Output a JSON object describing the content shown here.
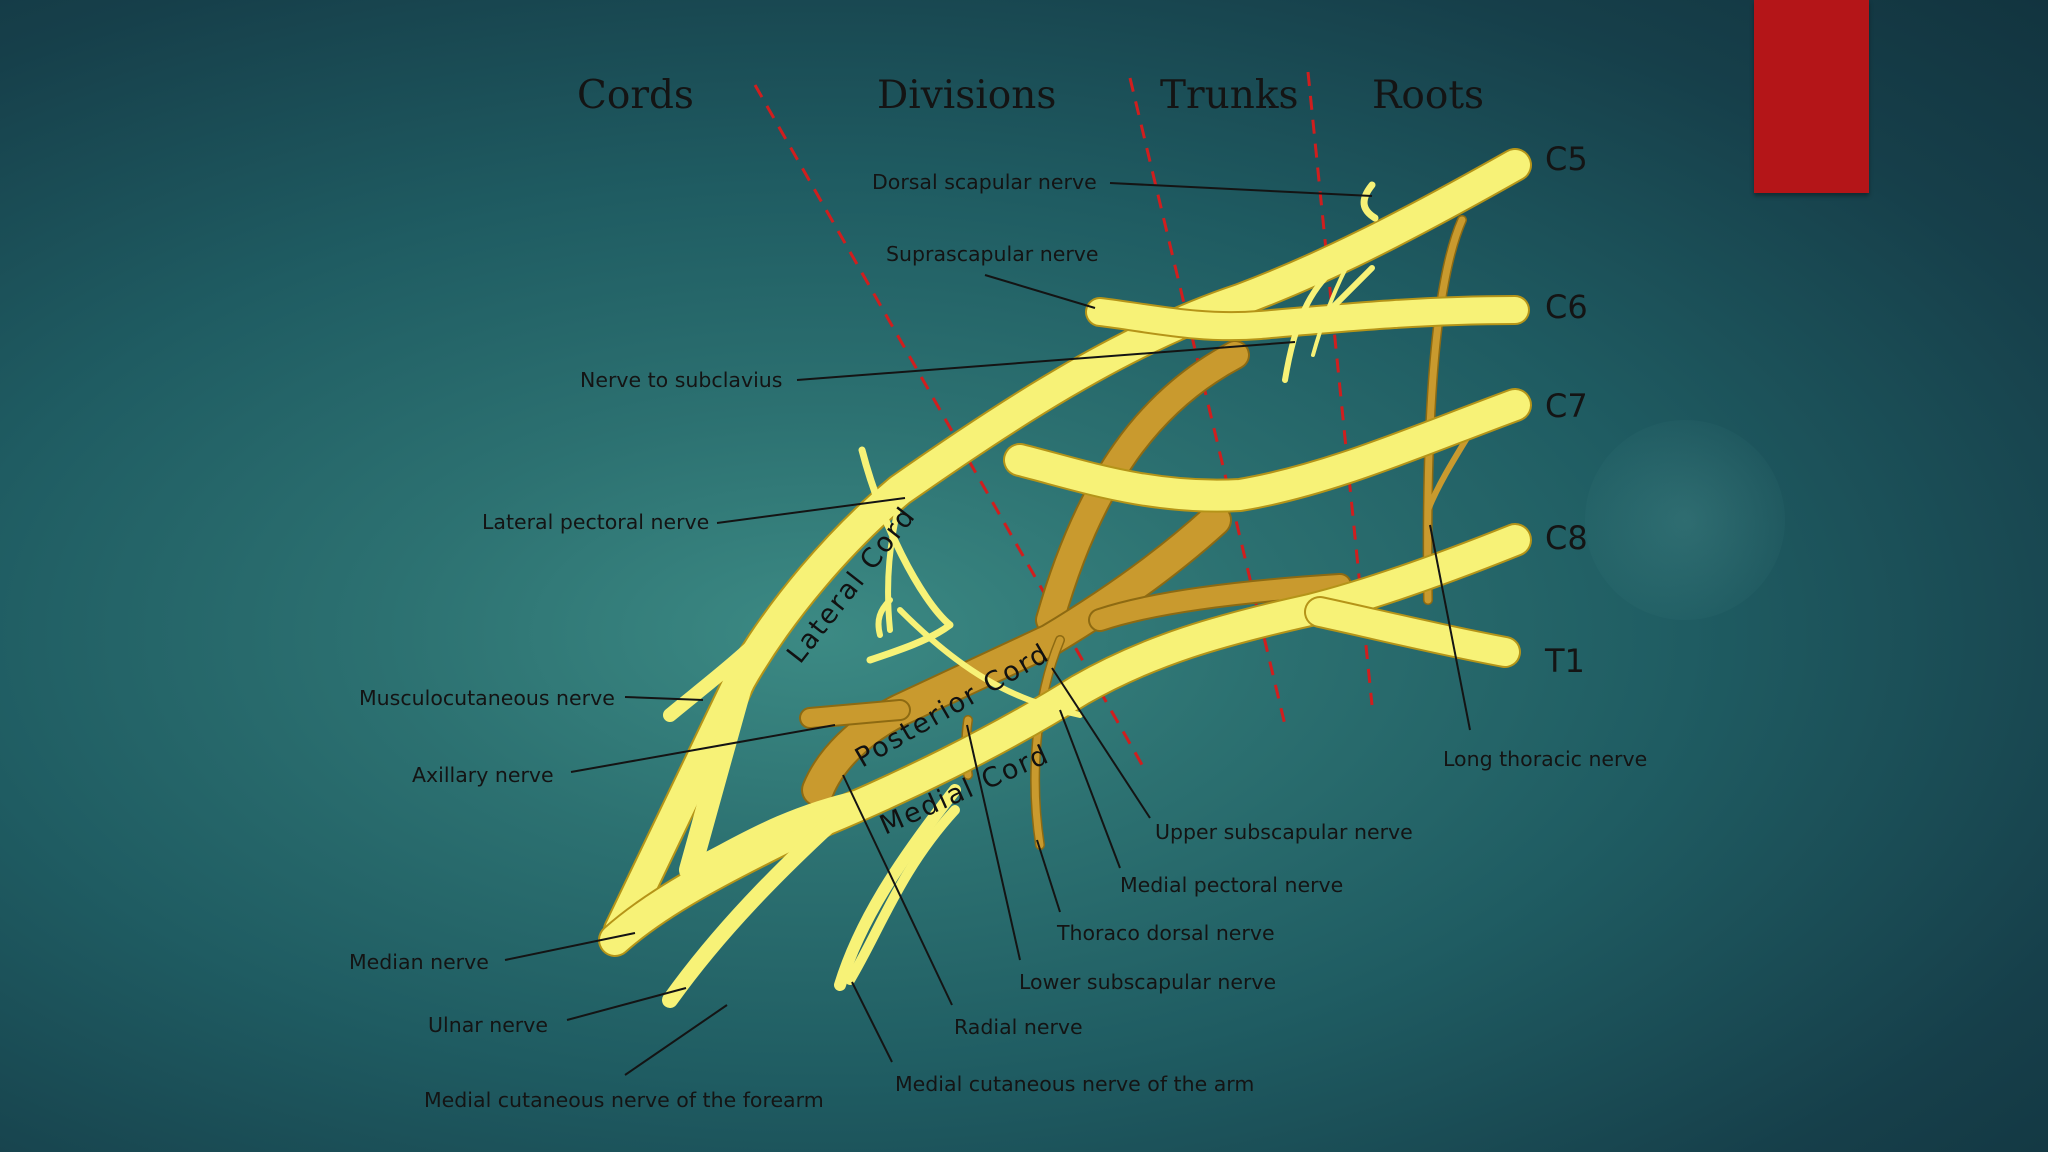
{
  "slide": {
    "accent_color": "#b41518",
    "background_color": "#1f5c62"
  },
  "diagram": {
    "headers": {
      "cords": "Cords",
      "divisions": "Divisions",
      "trunks": "Trunks",
      "roots": "Roots"
    },
    "roots": {
      "c5": "C5",
      "c6": "C6",
      "c7": "C7",
      "c8": "C8",
      "t1": "T1"
    },
    "cords": {
      "lateral": "Lateral Cord",
      "posterior": "Posterior Cord",
      "medial": "Medial Cord"
    },
    "labels": {
      "dorsal_scapular": "Dorsal scapular nerve",
      "suprascapular": "Suprascapular nerve",
      "nerve_to_subclavius": "Nerve to subclavius",
      "lateral_pectoral": "Lateral pectoral nerve",
      "musculocutaneous": "Musculocutaneous nerve",
      "axillary": "Axillary nerve",
      "median": "Median nerve",
      "ulnar": "Ulnar nerve",
      "medial_cutaneous_forearm": "Medial cutaneous nerve of the forearm",
      "medial_cutaneous_arm": "Medial cutaneous nerve of the arm",
      "radial": "Radial nerve",
      "lower_subscapular": "Lower subscapular nerve",
      "thoraco_dorsal": "Thoraco dorsal nerve",
      "medial_pectoral": "Medial pectoral nerve",
      "upper_subscapular": "Upper subscapular nerve",
      "long_thoracic": "Long thoracic nerve"
    },
    "colors": {
      "nerve": "#f7f277",
      "posterior_cord": "#c99a2e",
      "division_lines": "#d01e1e",
      "text": "#141414"
    }
  }
}
